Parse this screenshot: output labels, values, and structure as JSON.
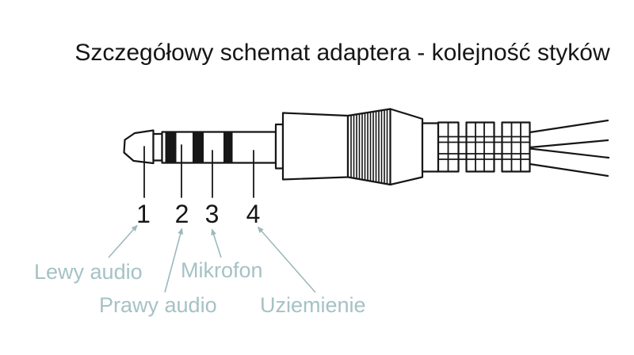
{
  "title": "Szczegółowy schemat adaptera - kolejność styków",
  "pins": [
    {
      "number": "1",
      "label": "Lewy audio"
    },
    {
      "number": "2",
      "label": "Prawy audio"
    },
    {
      "number": "3",
      "label": "Mikrofon"
    },
    {
      "number": "4",
      "label": "Uziemienie"
    }
  ],
  "colors": {
    "ink": "#161616",
    "label": "#a5c2c5",
    "arrow": "#9cb9bd",
    "background": "#ffffff"
  }
}
